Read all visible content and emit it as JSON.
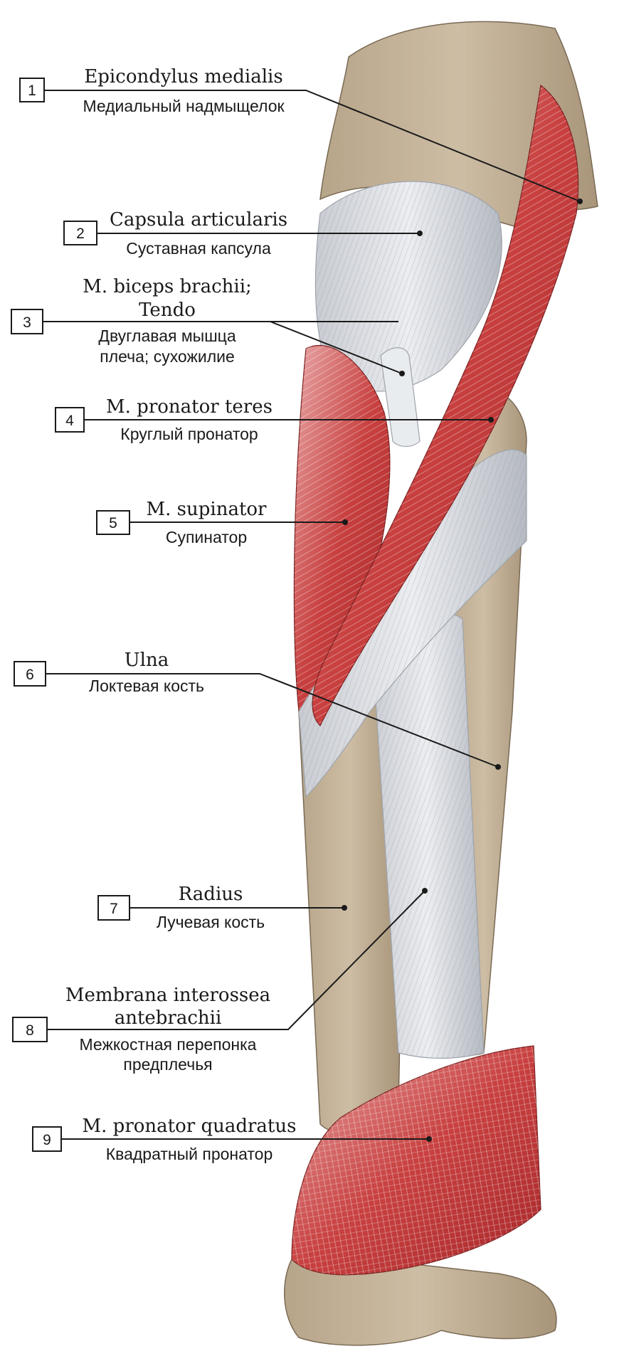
{
  "labels": [
    {
      "number": "1",
      "latin": [
        "Epicondylus medialis"
      ],
      "russian": [
        "Медиальный надмыщелок"
      ]
    },
    {
      "number": "2",
      "latin": [
        "Capsula articularis"
      ],
      "russian": [
        "Суставная капсула"
      ]
    },
    {
      "number": "3",
      "latin": [
        "M. biceps brachii;",
        "Tendo"
      ],
      "russian": [
        "Двуглавая мышца",
        "плеча; сухожилие"
      ]
    },
    {
      "number": "4",
      "latin": [
        "M. pronator teres"
      ],
      "russian": [
        "Круглый пронатор"
      ]
    },
    {
      "number": "5",
      "latin": [
        "M. supinator"
      ],
      "russian": [
        "Супинатор"
      ]
    },
    {
      "number": "6",
      "latin": [
        "Ulna"
      ],
      "russian": [
        "Локтевая кость"
      ]
    },
    {
      "number": "7",
      "latin": [
        "Radius"
      ],
      "russian": [
        "Лучевая кость"
      ]
    },
    {
      "number": "8",
      "latin": [
        "Membrana interossea",
        "antebrachii"
      ],
      "russian": [
        "Межкостная перепонка",
        "предплечья"
      ]
    },
    {
      "number": "9",
      "latin": [
        "M. pronator quadratus"
      ],
      "russian": [
        "Квадратный пронатор"
      ]
    }
  ]
}
